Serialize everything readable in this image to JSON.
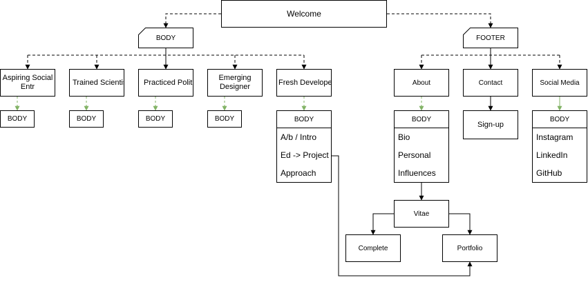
{
  "welcome": "Welcome",
  "body_section": "BODY",
  "footer_section": "FOOTER",
  "personas": {
    "social": "Aspiring Social Entr",
    "scientist": "Trained Scientist",
    "politi": "Practiced Politi",
    "designer": "Emerging Designer",
    "developer": "Fresh Developer"
  },
  "persona_body": "BODY",
  "developer_body": {
    "header": "BODY",
    "items": [
      "A/b / Intro",
      "Ed -> Project",
      "Approach"
    ]
  },
  "footer_nodes": {
    "about": "About",
    "contact": "Contact",
    "social_media": "Social Media",
    "signup": "Sign-up"
  },
  "about_body": {
    "header": "BODY",
    "items": [
      "Bio",
      "Personal",
      "Influences"
    ]
  },
  "social_body": {
    "header": "BODY",
    "items": [
      "Instagram",
      "LinkedIn",
      "GitHub"
    ]
  },
  "vitae": "Vitae",
  "complete": "Complete",
  "portfolio": "Portfolio",
  "colors": {
    "line": "#000000",
    "green_arrow": "#82b366"
  }
}
